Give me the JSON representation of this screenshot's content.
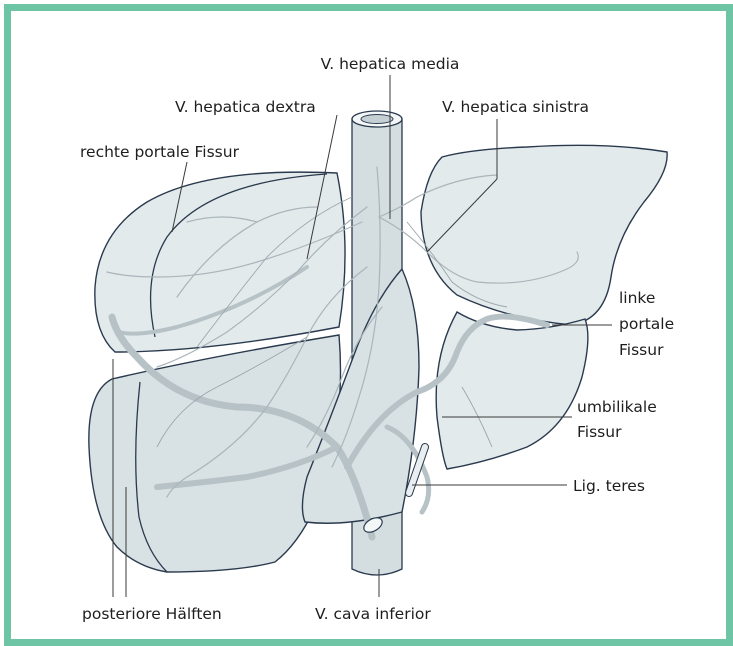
{
  "colors": {
    "frame": "#6dc5a5",
    "liver_fill": "#e3eaec",
    "outline": "#2a3a4e",
    "vessel": "#b7c2c7"
  },
  "labels": {
    "v_hepatica_media": "V. hepatica media",
    "v_hepatica_dextra": "V. hepatica dextra",
    "v_hepatica_sinistra": "V. hepatica sinistra",
    "rechte_portale_fissur": "rechte portale Fissur",
    "linke_1": "linke",
    "linke_2": "portale",
    "linke_3": "Fissur",
    "umbilikale_1": "umbilikale",
    "umbilikale_2": "Fissur",
    "lig_teres": "Lig. teres",
    "posteriore_haelften": "posteriore Hälften",
    "v_cava_inferior": "V. cava inferior"
  }
}
